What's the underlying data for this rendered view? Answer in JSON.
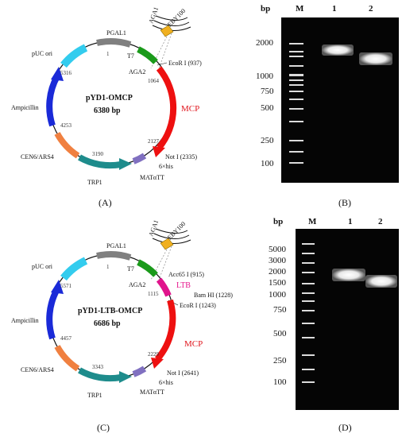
{
  "panel_a": {
    "letter": "(A)",
    "plasmid_name": "pYD1-OMCP",
    "size": "6380 bp",
    "features": {
      "pgal1": "PGAL1",
      "t7": "T7",
      "aga2": "AGA2",
      "aga1": "AGA1",
      "eby100": "EBY100",
      "puc_ori": "pUC ori",
      "ampicillin": "Ampicillin",
      "cen6": "CEN6/ARS4",
      "trp1": "TRP1",
      "matatt": "MATαTT",
      "his": "6×his",
      "mcp": "MCP"
    },
    "sites": {
      "ecori": "EcoR I (937)",
      "noti": "Not I (2335)"
    },
    "positions": {
      "p1": "1",
      "p1064": "1064",
      "p2127": "2127",
      "p3190": "3190",
      "p4253": "4253",
      "p5316": "5316"
    }
  },
  "panel_b": {
    "letter": "(B)",
    "bp_label": "bp",
    "lanes": [
      "M",
      "1",
      "2"
    ],
    "ladder": [
      "2000",
      "1000",
      "750",
      "500",
      "250",
      "100"
    ]
  },
  "panel_c": {
    "letter": "(C)",
    "plasmid_name": "pYD1-LTB-OMCP",
    "size": "6686 bp",
    "features": {
      "pgal1": "PGAL1",
      "t7": "T7",
      "aga2": "AGA2",
      "aga1": "AGA1",
      "eby100": "EBY100",
      "puc_ori": "pUC ori",
      "ampicillin": "Ampicillin",
      "cen6": "CEN6/ARS4",
      "trp1": "TRP1",
      "matatt": "MATαTT",
      "his": "6×his",
      "ltb": "LTB",
      "mcp": "MCP"
    },
    "sites": {
      "acc65i": "Acc65 I (915)",
      "bamhi": "Bam HI (1228)",
      "ecori": "EcoR I (1243)",
      "noti": "Not I (2641)"
    },
    "positions": {
      "p1": "1",
      "p1115": "1115",
      "p2229": "2229",
      "p3343": "3343",
      "p4457": "4457",
      "p5571": "5571"
    }
  },
  "panel_d": {
    "letter": "(D)",
    "bp_label": "bp",
    "lanes": [
      "M",
      "1",
      "2"
    ],
    "ladder": [
      "5000",
      "3000",
      "2000",
      "1500",
      "1000",
      "750",
      "500",
      "250",
      "100"
    ]
  },
  "colors": {
    "pgal1": "#808080",
    "aga2": "#1a9a1a",
    "puc_ori": "#33ccee",
    "ampicillin": "#1a2ad8",
    "cen6": "#f08040",
    "trp1": "#1e8c8c",
    "matatt": "#8070c0",
    "mcp": "#ee1010",
    "ltb": "#e0148c",
    "aga1": "#f0b020"
  }
}
